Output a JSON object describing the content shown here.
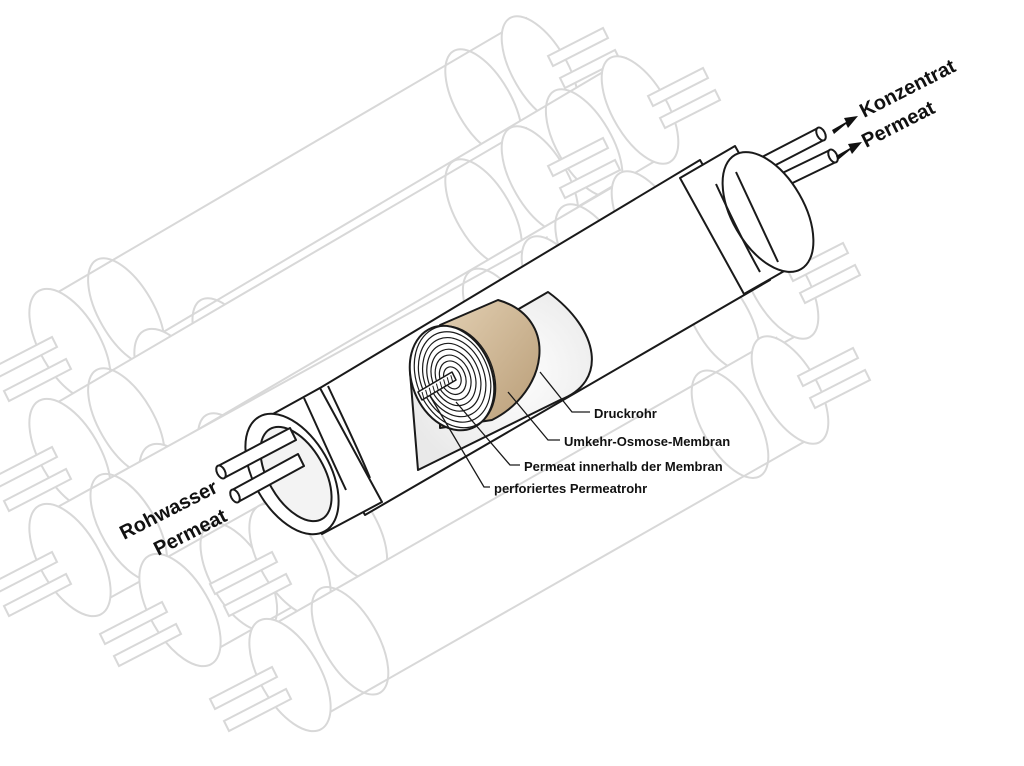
{
  "labels": {
    "inlet_raw": "Rohwasser",
    "inlet_permeate": "Permeat",
    "outlet_concentrate": "Konzentrat",
    "outlet_permeate": "Permeat"
  },
  "callouts": [
    {
      "text": "Druckrohr"
    },
    {
      "text": "Umkehr-Osmose-Membran"
    },
    {
      "text": "Permeat innerhalb der Membran"
    },
    {
      "text": "perforiertes Permeatrohr"
    }
  ],
  "colors": {
    "background": "#ffffff",
    "ghost_stroke": "#d8d8d8",
    "outline": "#1a1a1a",
    "membrane": "#cdb595",
    "arrow": "#111111"
  }
}
